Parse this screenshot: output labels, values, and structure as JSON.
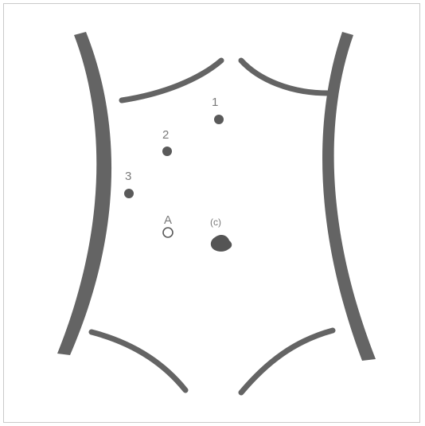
{
  "diagram": {
    "ports": [
      {
        "label": "1",
        "kind": "filled-dot"
      },
      {
        "label": "2",
        "kind": "filled-dot"
      },
      {
        "label": "3",
        "kind": "filled-dot"
      },
      {
        "label": "A",
        "kind": "open-circle"
      },
      {
        "label": "(c)",
        "kind": "umbilicus"
      }
    ],
    "colors": {
      "outline": "#646464",
      "marker": "#5a5a5a",
      "label": "#7a7a7a"
    }
  }
}
